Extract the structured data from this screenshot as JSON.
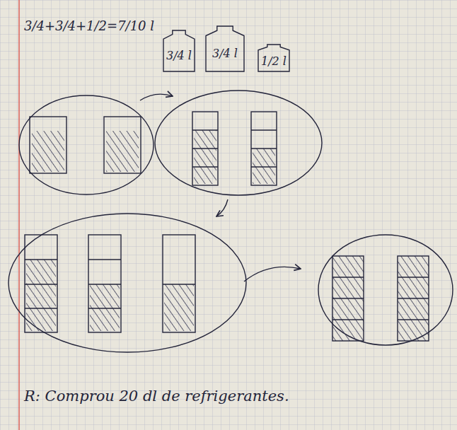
{
  "diagram": {
    "nodes": [
      {
        "text": [
          "3/4 l"
        ]
      },
      {
        "text": [
          "3/4 l"
        ]
      },
      {
        "text": [
          "1/2 l"
        ]
      }
    ],
    "labels": [
      "3/4+3/4+1/2=7/10 l",
      "R: Comprou 20 dl de refrigerantes."
    ]
  }
}
